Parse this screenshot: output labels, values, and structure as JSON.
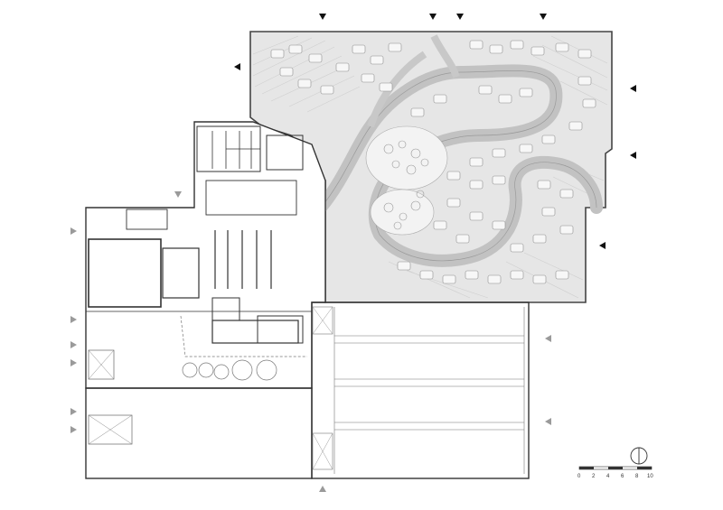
{
  "drawing": {
    "type": "architectural floor plan",
    "line_color": "#333333",
    "fill_light": "#e2e2e2",
    "fill_lighter": "#f0f0f0",
    "marker_color": "#111111",
    "marker_color_light": "#9a9a9a"
  },
  "north_arrow": {
    "icon": "north-arrow-icon"
  },
  "scale_bar": {
    "ticks": [
      "0",
      "2",
      "4",
      "6",
      "8",
      "10"
    ]
  }
}
